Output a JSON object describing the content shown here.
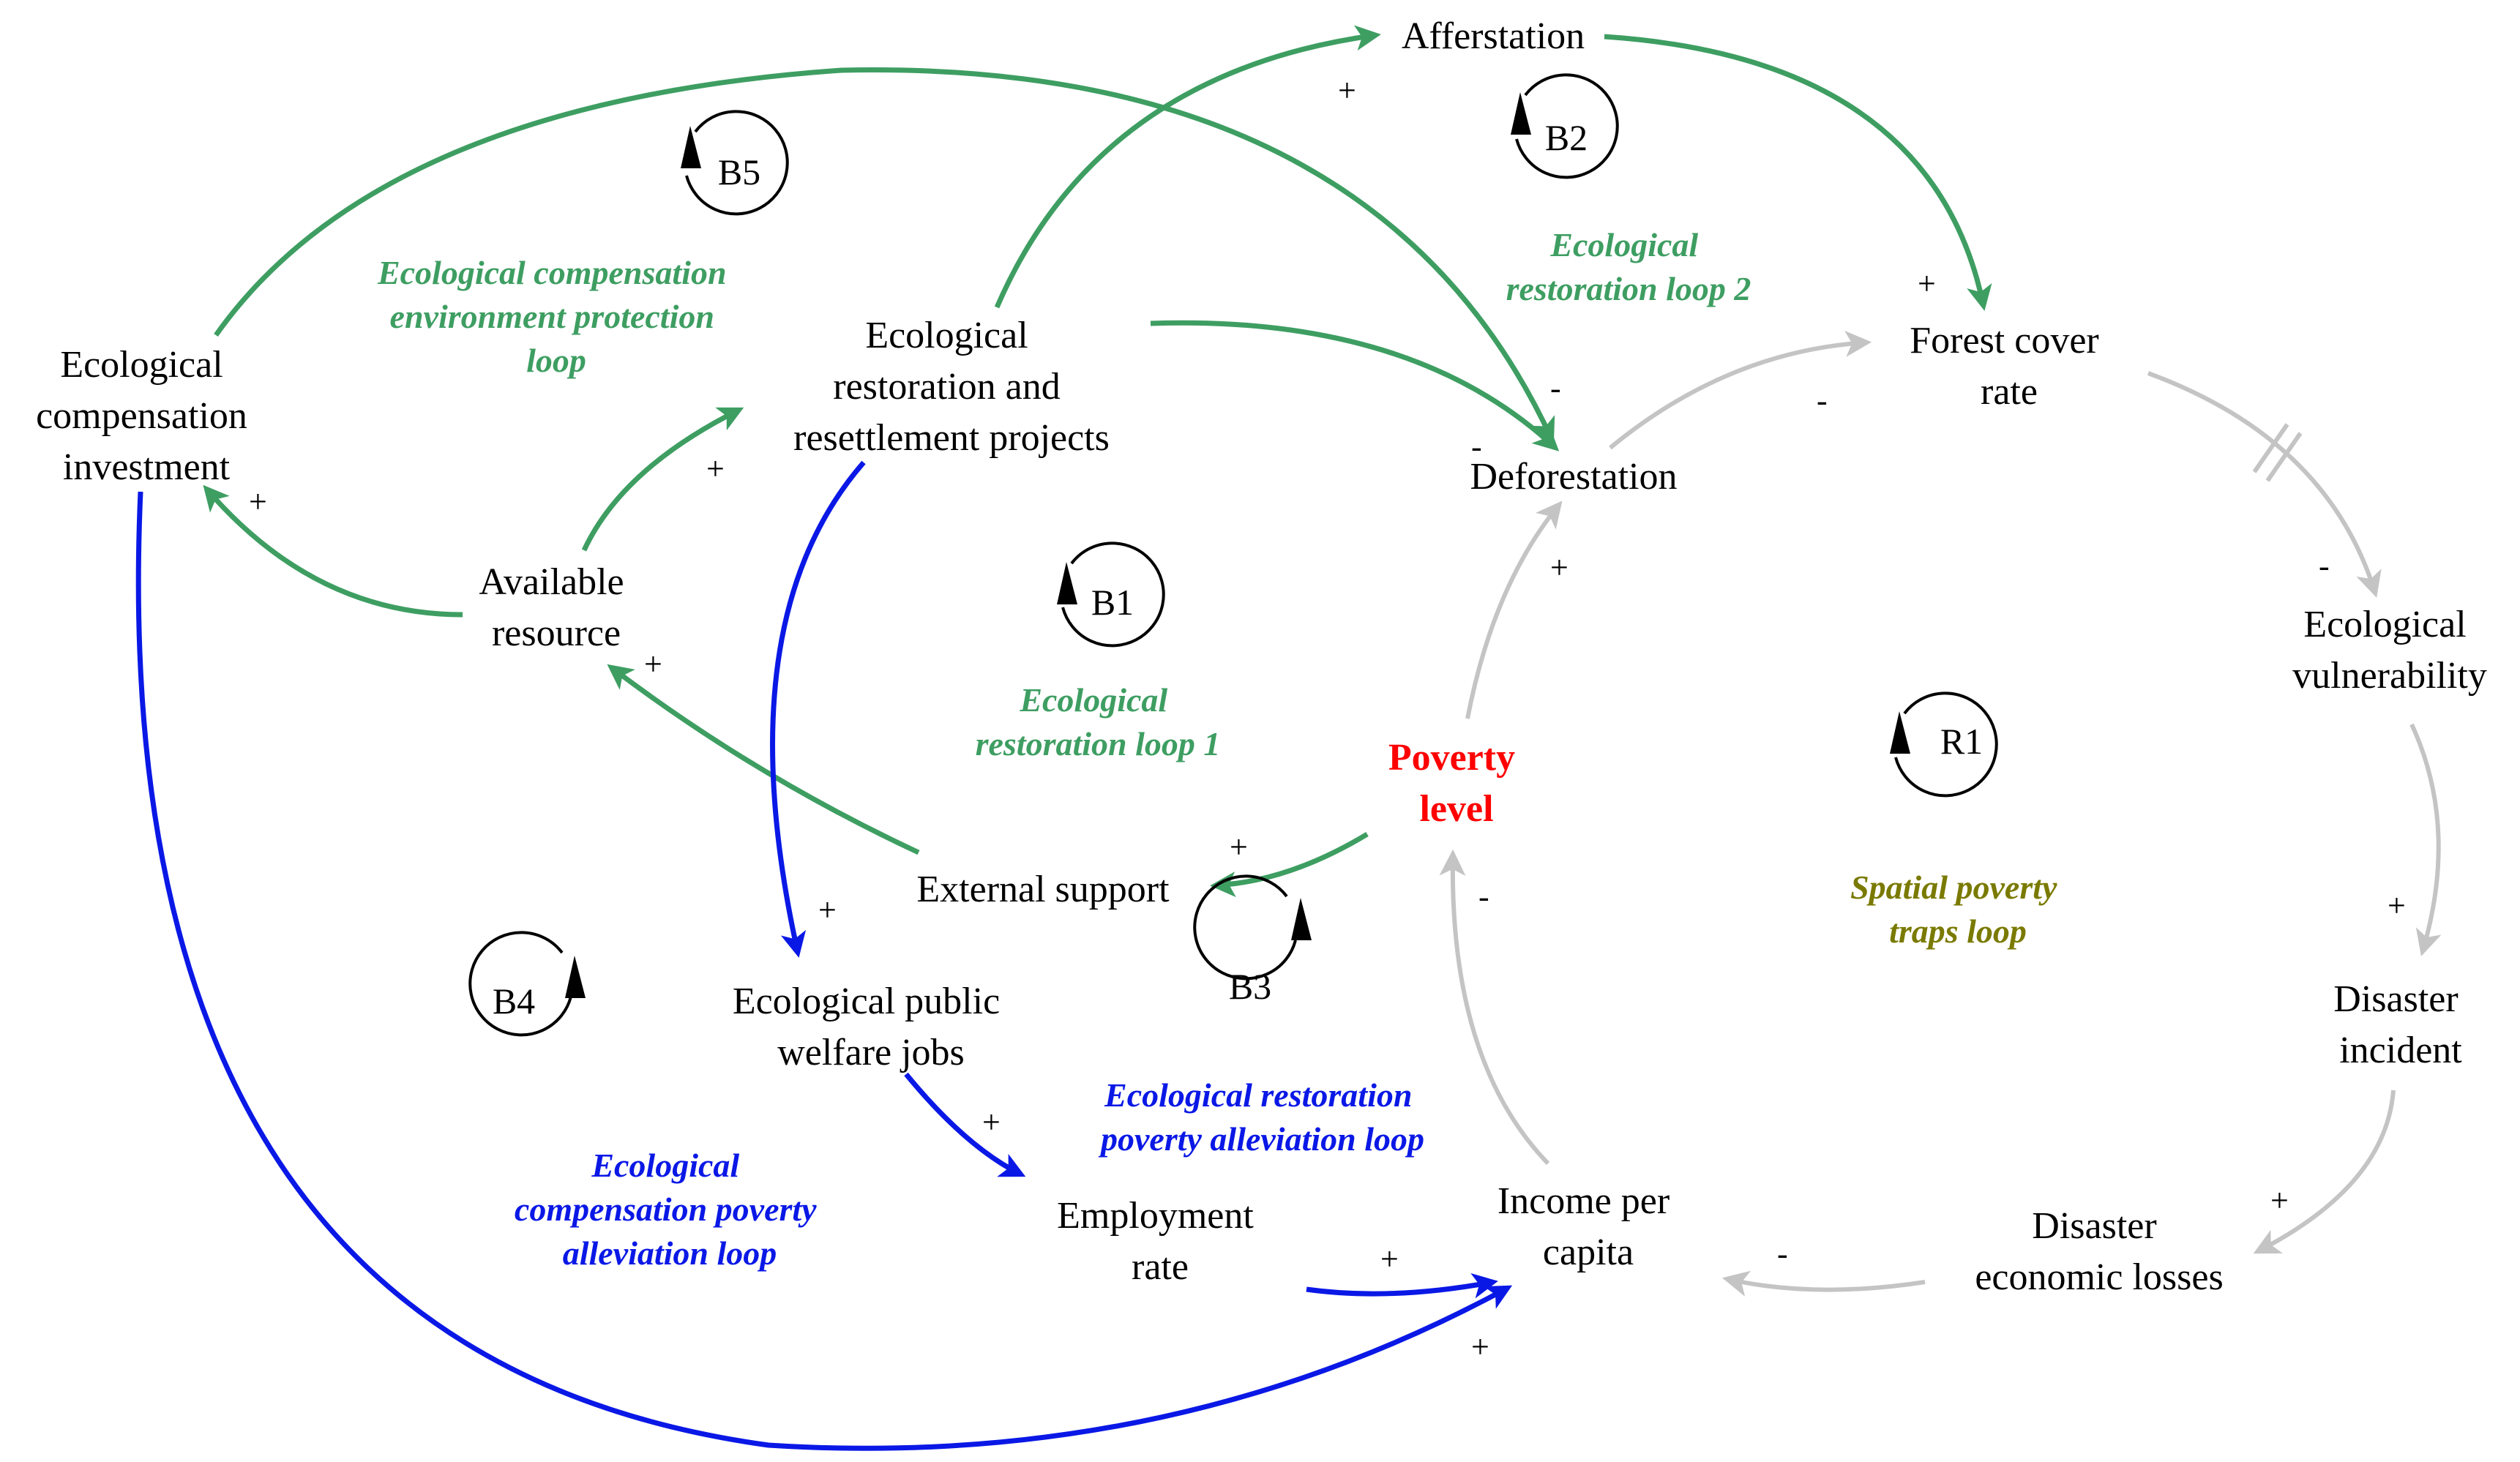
{
  "colors": {
    "green": "#3e9e62",
    "blue": "#0a18e6",
    "grey": "#c4c4c4",
    "red": "#ff0000",
    "olive": "#7a7a00",
    "black": "#000000"
  },
  "nodes": {
    "afferstation": "Afferstation",
    "forest_cover": [
      "Forest cover",
      "rate"
    ],
    "deforestation": "Deforestation",
    "eco_vulnerability": [
      "Ecological",
      "vulnerability"
    ],
    "disaster_incident": [
      "Disaster",
      "incident"
    ],
    "disaster_losses": [
      "Disaster",
      "economic losses"
    ],
    "income": [
      "Income per",
      "capita"
    ],
    "poverty": [
      "Poverty",
      "level"
    ],
    "external_support": "External support",
    "available_resource": [
      "Available",
      "resource"
    ],
    "eco_comp_investment": [
      "Ecological",
      "compensation",
      "investment"
    ],
    "eco_restoration_projects": [
      "Ecological",
      "restoration and",
      "resettlement projects"
    ],
    "eco_public_jobs": [
      "Ecological public",
      "welfare jobs"
    ],
    "employment_rate": [
      "Employment",
      "rate"
    ]
  },
  "loops": {
    "B1": {
      "id": "B1",
      "label": [
        "Ecological",
        "restoration loop 1"
      ]
    },
    "B2": {
      "id": "B2",
      "label": [
        "Ecological",
        "restoration loop 2"
      ]
    },
    "B3": {
      "id": "B3",
      "label": [
        "Ecological restoration",
        "poverty alleviation loop"
      ]
    },
    "B4": {
      "id": "B4",
      "label": [
        "Ecological",
        "compensation poverty",
        "alleviation loop"
      ]
    },
    "B5": {
      "id": "B5",
      "label": [
        "Ecological compensation",
        "environment protection",
        "loop"
      ]
    },
    "R1": {
      "id": "R1",
      "label": [
        "Spatial poverty",
        "traps loop"
      ]
    }
  },
  "polarity": {
    "afforest_in": "+",
    "forest_in_aff": "+",
    "forest_in_def": "-",
    "def_in_green1": "-",
    "def_in_green2": "-",
    "def_in_pov": "+",
    "vuln_in": "-",
    "dis_in": "+",
    "loss_in": "+",
    "inc_in_loss": "-",
    "pov_in_inc": "-",
    "ext_in": "+",
    "avail_in": "+",
    "eci_in": "+",
    "erp_in": "+",
    "jobs_in": "+",
    "emp_in": "+",
    "inc_in_emp": "+",
    "inc_in_eci": "+"
  }
}
